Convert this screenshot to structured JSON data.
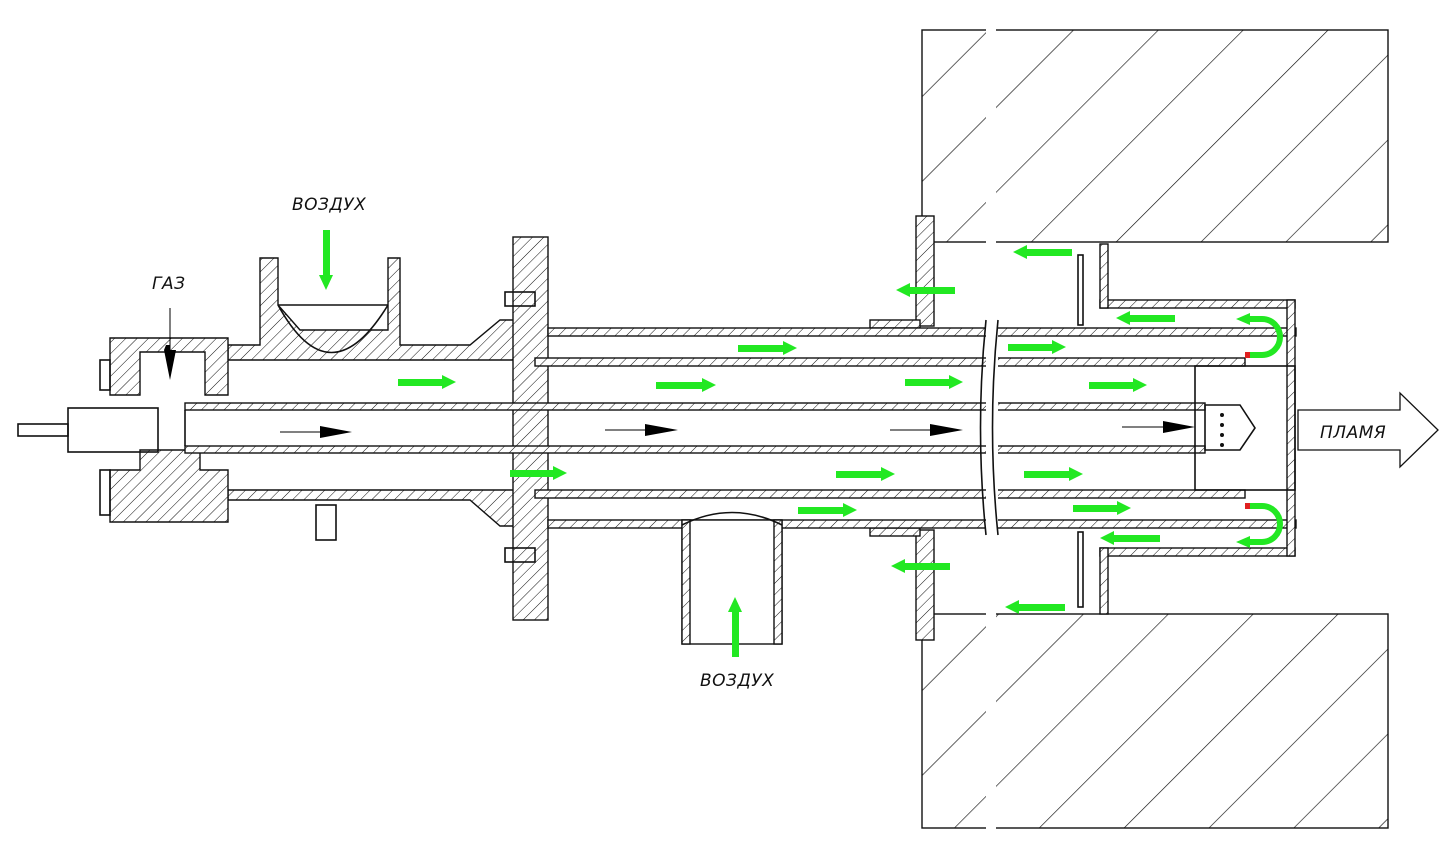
{
  "diagram": {
    "title": "Burner cross-section with recuperative air flow",
    "labels": {
      "air_top": "ВОЗДУХ",
      "gas": "ГАЗ",
      "air_bottom": "ВОЗДУХ",
      "flame": "ПЛАМЯ"
    },
    "colors": {
      "air_flow": "#22e822",
      "gas_flow": "#000000",
      "return_loop": "#e02020",
      "lines": "#111111"
    }
  }
}
